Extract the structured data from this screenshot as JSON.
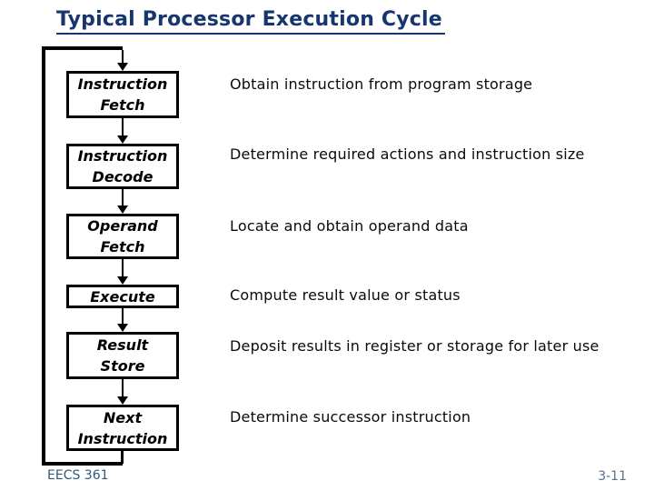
{
  "slide": {
    "title": "Typical Processor Execution Cycle",
    "footer_left": "EECS 361",
    "page_number": "3-11",
    "colors": {
      "background": "#ffffff",
      "title": "#17356f",
      "box_border": "#000000",
      "description_text": "#0a0a0a",
      "footer": "#2d5a78",
      "page_number": "#5a7186"
    }
  },
  "flowchart": {
    "loop": "feedback loop from Next Instruction back to Instruction Fetch",
    "steps": [
      {
        "label_line1": "Instruction",
        "label_line2": "Fetch",
        "description": "Obtain instruction from program storage"
      },
      {
        "label_line1": "Instruction",
        "label_line2": "Decode",
        "description": "Determine required actions and instruction size"
      },
      {
        "label_line1": "Operand",
        "label_line2": "Fetch",
        "description": "Locate and obtain operand data"
      },
      {
        "label_line1": "Execute",
        "description": "Compute result value or status"
      },
      {
        "label_line1": "Result",
        "label_line2": "Store",
        "description": "Deposit results in register or storage for later use"
      },
      {
        "label_line1": "Next",
        "label_line2": "Instruction",
        "description": "Determine successor instruction"
      }
    ]
  }
}
